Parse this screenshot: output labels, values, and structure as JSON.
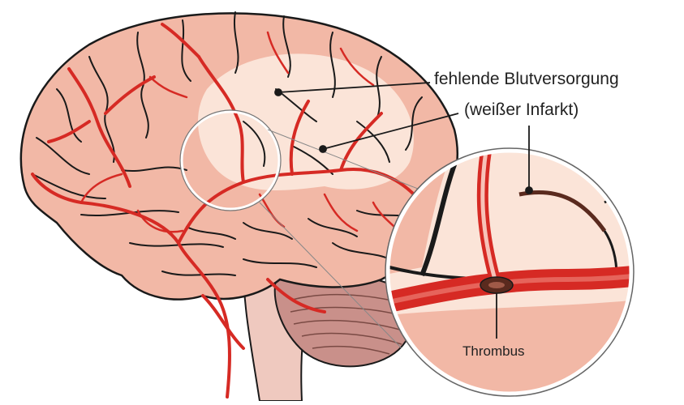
{
  "labels": {
    "missing_supply_line1": "fehlende Blutversorgung",
    "missing_supply_line2": "(weißer Infarkt)",
    "thrombus": "Thrombus"
  },
  "colors": {
    "cortex_fill": "#f2b8a6",
    "cortex_dark": "#e89a84",
    "infarct_fill": "#fbe4d8",
    "artery": "#d62a24",
    "artery_light": "#f08c80",
    "outline": "#1a1a1a",
    "cerebellum": "#c9908a",
    "brainstem": "#efc9bf",
    "thrombus": "#5a2a1e"
  }
}
